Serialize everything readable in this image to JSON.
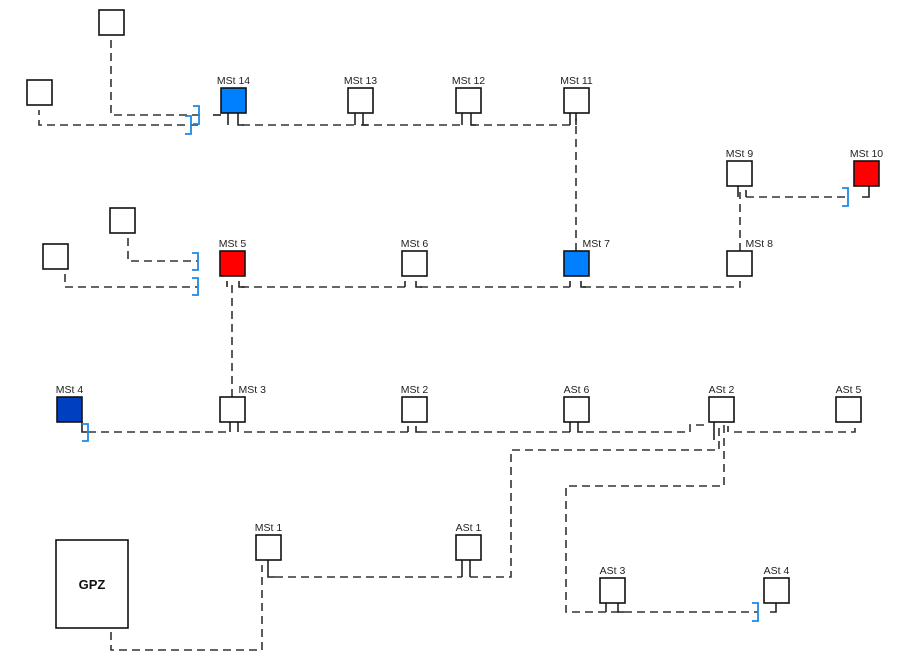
{
  "diagram": {
    "type": "network-topology",
    "colors": {
      "red": "#ff0000",
      "blue": "#0080ff",
      "dark_blue": "#0040c0",
      "white": "#ffffff",
      "bracket": "#1e88e5"
    },
    "nodes": [
      {
        "id": "gpz",
        "label": "GPZ",
        "kind": "main-feeder",
        "fill": "white"
      },
      {
        "id": "mst1",
        "label": "MSt 1",
        "fill": "white"
      },
      {
        "id": "mst2",
        "label": "MSt 2",
        "fill": "white"
      },
      {
        "id": "mst3",
        "label": "MSt 3",
        "fill": "white"
      },
      {
        "id": "mst4",
        "label": "MSt 4",
        "fill": "dark_blue"
      },
      {
        "id": "mst5",
        "label": "MSt 5",
        "fill": "red"
      },
      {
        "id": "mst6",
        "label": "MSt 6",
        "fill": "white"
      },
      {
        "id": "mst7",
        "label": "MSt 7",
        "fill": "blue"
      },
      {
        "id": "mst8",
        "label": "MSt 8",
        "fill": "white"
      },
      {
        "id": "mst9",
        "label": "MSt 9",
        "fill": "white"
      },
      {
        "id": "mst10",
        "label": "MSt 10",
        "fill": "red"
      },
      {
        "id": "mst11",
        "label": "MSt 11",
        "fill": "white"
      },
      {
        "id": "mst12",
        "label": "MSt 12",
        "fill": "white"
      },
      {
        "id": "mst13",
        "label": "MSt 13",
        "fill": "white"
      },
      {
        "id": "mst14",
        "label": "MSt 14",
        "fill": "blue"
      },
      {
        "id": "ast1",
        "label": "ASt 1",
        "fill": "white"
      },
      {
        "id": "ast2",
        "label": "ASt 2",
        "fill": "white"
      },
      {
        "id": "ast3",
        "label": "ASt 3",
        "fill": "white"
      },
      {
        "id": "ast4",
        "label": "ASt 4",
        "fill": "white"
      },
      {
        "id": "ast5",
        "label": "ASt 5",
        "fill": "white"
      },
      {
        "id": "ast6",
        "label": "ASt 6",
        "fill": "white"
      },
      {
        "id": "ext_a",
        "label": "",
        "fill": "white"
      },
      {
        "id": "ext_b",
        "label": "",
        "fill": "white"
      },
      {
        "id": "ext_c",
        "label": "",
        "fill": "white"
      },
      {
        "id": "ext_d",
        "label": "",
        "fill": "white"
      }
    ],
    "links": [
      {
        "from": "gpz",
        "to": "mst1"
      },
      {
        "from": "mst1",
        "to": "ast1"
      },
      {
        "from": "ast1",
        "to": "ast2"
      },
      {
        "from": "ast2",
        "to": "ast3"
      },
      {
        "from": "ast3",
        "to": "ast4",
        "open_point": true
      },
      {
        "from": "ast2",
        "to": "ast5"
      },
      {
        "from": "ast2",
        "to": "ast6"
      },
      {
        "from": "ast6",
        "to": "mst2"
      },
      {
        "from": "mst2",
        "to": "mst3"
      },
      {
        "from": "mst3",
        "to": "mst4",
        "open_point": true
      },
      {
        "from": "mst3",
        "to": "mst5"
      },
      {
        "from": "mst5",
        "to": "mst6"
      },
      {
        "from": "mst6",
        "to": "mst7"
      },
      {
        "from": "mst7",
        "to": "mst8"
      },
      {
        "from": "mst8",
        "to": "mst9"
      },
      {
        "from": "mst9",
        "to": "mst10",
        "open_point": true
      },
      {
        "from": "mst7",
        "to": "mst11"
      },
      {
        "from": "mst11",
        "to": "mst12"
      },
      {
        "from": "mst12",
        "to": "mst13"
      },
      {
        "from": "mst13",
        "to": "mst14"
      },
      {
        "from": "mst14",
        "to": "ext_a",
        "open_point": true
      },
      {
        "from": "mst14",
        "to": "ext_b",
        "open_point": true
      },
      {
        "from": "mst5",
        "to": "ext_c",
        "open_point": true
      },
      {
        "from": "mst5",
        "to": "ext_d",
        "open_point": true
      }
    ]
  }
}
